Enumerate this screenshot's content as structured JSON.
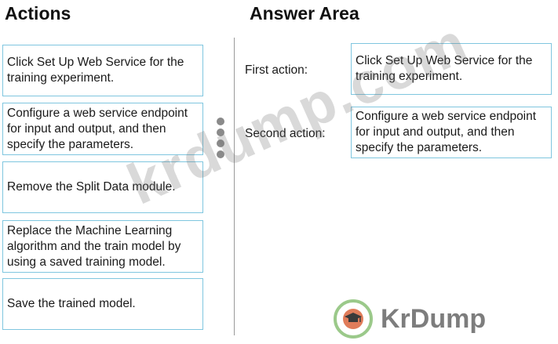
{
  "headings": {
    "actions": "Actions",
    "answer_area": "Answer Area"
  },
  "actions": [
    "Click Set Up Web Service for the training experiment.",
    "Configure a web service endpoint for input and output, and then specify the parameters.",
    "Remove the Split Data module.",
    "Replace the Machine Learning algorithm and the train model by using a saved training model.",
    "Save the trained model."
  ],
  "answer_slots": [
    {
      "label": "First action:",
      "value": "Click Set Up Web Service for the training experiment."
    },
    {
      "label": "Second action:",
      "value": "Configure a web service endpoint for input and output, and then specify the parameters."
    }
  ],
  "watermark": "krdump.com",
  "logo": {
    "text": "KrDump"
  },
  "colors": {
    "card_border": "#7fc6df",
    "logo_ring": "#9bc98a",
    "logo_text": "#7d7d7d"
  }
}
